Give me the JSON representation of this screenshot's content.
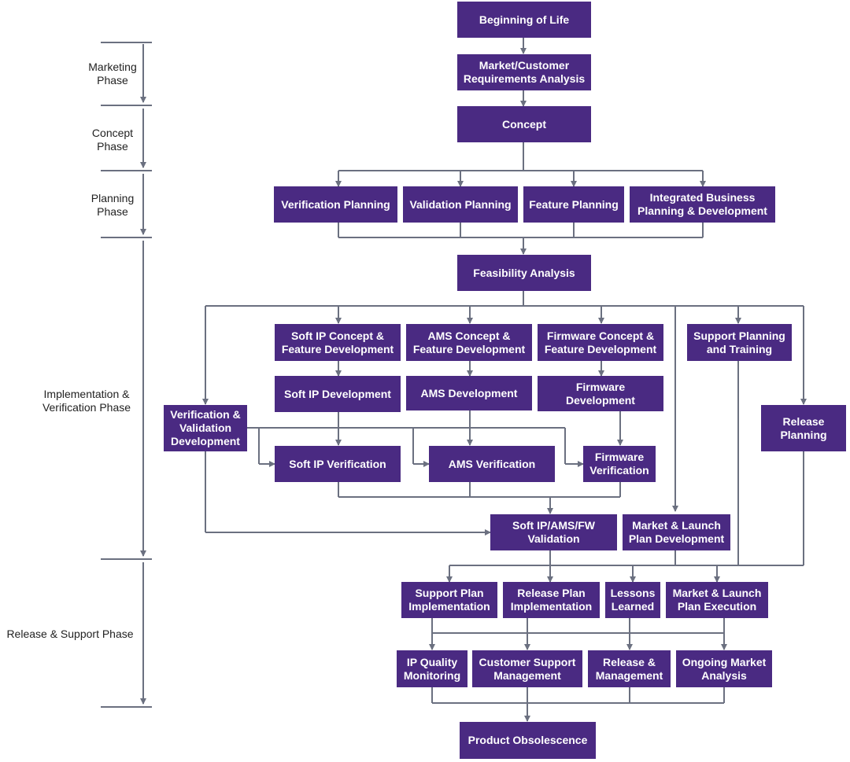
{
  "colors": {
    "box": "#4a2a82",
    "line": "#6b7080",
    "text": "#ffffff",
    "label": "#222222"
  },
  "phases": {
    "marketing": "Marketing\nPhase",
    "concept": "Concept\nPhase",
    "planning": "Planning\nPhase",
    "implementation": "Implementation &\nVerification Phase",
    "release": "Release & Support Phase"
  },
  "nodes": {
    "beginning": "Beginning of Life",
    "market_req": "Market/Customer\nRequirements Analysis",
    "concept": "Concept",
    "verif_planning": "Verification Planning",
    "valid_planning": "Validation Planning",
    "feature_planning": "Feature Planning",
    "integrated_business": "Integrated Business\nPlanning & Development",
    "feasibility": "Feasibility Analysis",
    "soft_ip_concept": "Soft IP Concept &\nFeature Development",
    "ams_concept": "AMS Concept &\nFeature Development",
    "fw_concept": "Firmware Concept &\nFeature Development",
    "support_planning": "Support Planning\nand Training",
    "soft_ip_dev": "Soft IP Development",
    "ams_dev": "AMS Development",
    "fw_dev": "Firmware\nDevelopment",
    "vv_dev": "Verification &\nValidation\nDevelopment",
    "release_planning": "Release\nPlanning",
    "soft_ip_verif": "Soft IP Verification",
    "ams_verif": "AMS Verification",
    "fw_verif": "Firmware\nVerification",
    "validation": "Soft IP/AMS/FW\nValidation",
    "market_launch_dev": "Market & Launch\nPlan Development",
    "support_impl": "Support  Plan\nImplementation",
    "release_impl": "Release Plan\nImplementation",
    "lessons": "Lessons\nLearned",
    "market_exec": "Market & Launch\nPlan Execution",
    "ip_quality": "IP Quality\nMonitoring",
    "customer_support": "Customer Support\nManagement",
    "release_mgmt": "Release &\nManagement",
    "ongoing_market": "Ongoing Market\nAnalysis",
    "obsolescence": "Product Obsolescence"
  }
}
